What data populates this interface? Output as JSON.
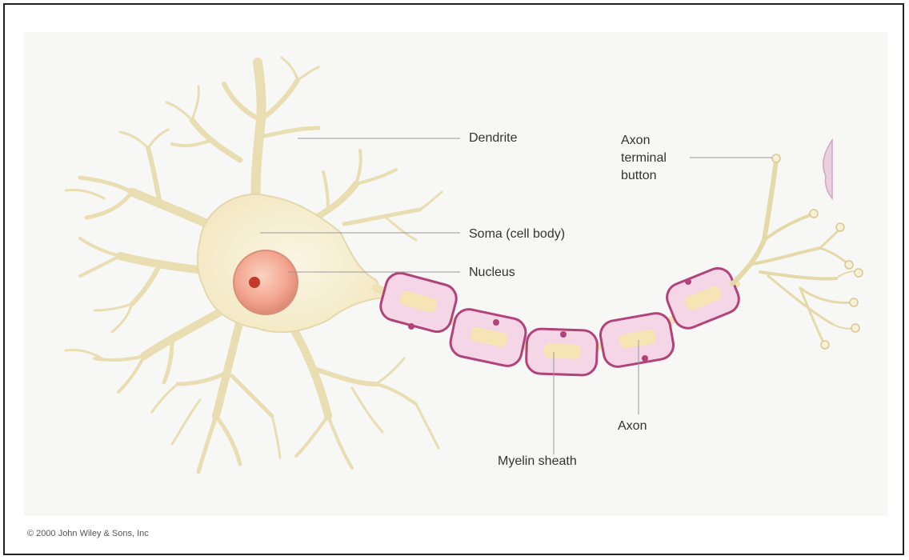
{
  "labels": {
    "dendrite": "Dendrite",
    "soma": "Soma (cell body)",
    "nucleus": "Nucleus",
    "axon_terminal": "Axon\nterminal\nbutton",
    "axon": "Axon",
    "myelin": "Myelin sheath"
  },
  "copyright": "© 2000 John Wiley & Sons, Inc",
  "colors": {
    "neuron_fill": "#f7f0d6",
    "neuron_stroke": "#d8cc9e",
    "nucleus_fill": "#f2a28c",
    "nucleolus": "#c0392b",
    "myelin_fill": "#f4d6e6",
    "myelin_stroke": "#b2427a",
    "leader_line": "#999999"
  }
}
